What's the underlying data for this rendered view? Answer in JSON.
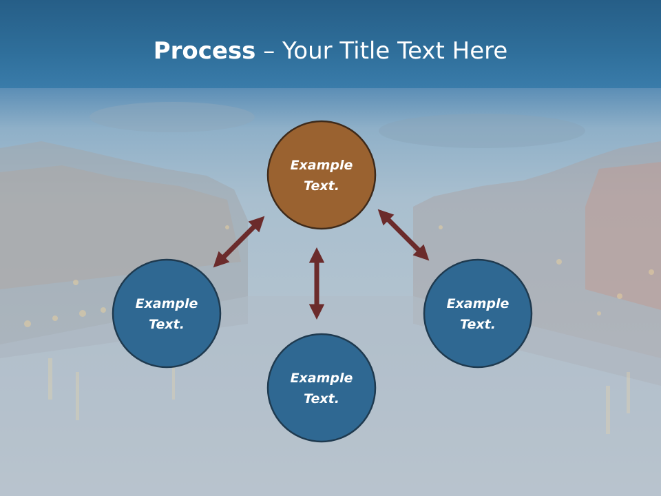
{
  "slide": {
    "title_bold": "Process",
    "title_rest": " – Your Title Text Here"
  },
  "diagram": {
    "nodes": [
      {
        "id": "top",
        "line1": "Example",
        "line2": "Text.",
        "color": "#9a6230"
      },
      {
        "id": "left",
        "line1": "Example",
        "line2": "Text.",
        "color": "#2f6892"
      },
      {
        "id": "right",
        "line1": "Example",
        "line2": "Text.",
        "color": "#2f6892"
      },
      {
        "id": "bottom",
        "line1": "Example",
        "line2": "Text.",
        "color": "#2f6892"
      }
    ],
    "arrow_color": "#6b2b2b",
    "node_stroke": "#1f3a4f"
  }
}
